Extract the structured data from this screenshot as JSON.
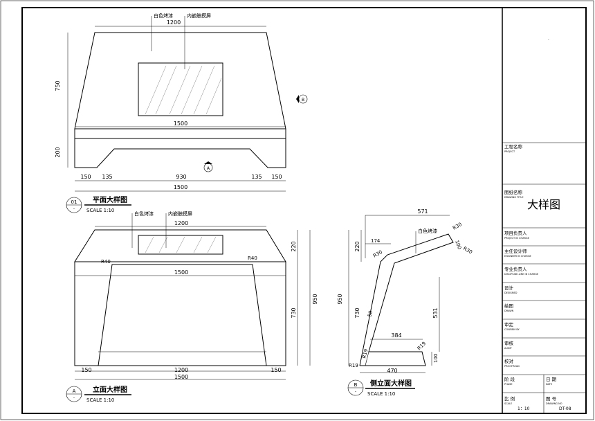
{
  "plan": {
    "label_white_paint": "白色烤漆",
    "label_touchscreen": "内嵌触摸屏",
    "dim_top_1200": "1200",
    "dim_mid_1500": "1500",
    "dim_height_750": "750",
    "dim_height_200": "200",
    "dim_bottom_150a": "150",
    "dim_bottom_135a": "135",
    "dim_bottom_930": "930",
    "dim_bottom_135b": "135",
    "dim_bottom_150b": "150",
    "dim_total_1500": "1500",
    "marker_b": "B",
    "marker_a": "A",
    "callout_num": "01",
    "callout_sub": "-",
    "title": "平面大样图",
    "scale": "SCALE 1:10"
  },
  "elevation": {
    "label_white_paint": "白色烤漆",
    "label_touchscreen": "内嵌触摸屏",
    "dim_top_1200": "1200",
    "dim_mid_1500": "1500",
    "r40_left": "R40",
    "r40_right": "R40",
    "dim_220": "220",
    "dim_730": "730",
    "dim_950": "950",
    "dim_bottom_150a": "150",
    "dim_bottom_1200": "1200",
    "dim_bottom_150b": "150",
    "dim_total_1500": "1500",
    "callout_letter": "A",
    "callout_sub": "-",
    "title": "立面大样图",
    "scale": "SCALE 1:10"
  },
  "side": {
    "dim_571": "571",
    "dim_174": "174",
    "label_white_paint": "白色烤漆",
    "r30_a": "R30",
    "r30_b": "R30",
    "r30_c": "R30",
    "dim_100_top": "100",
    "dim_220": "220",
    "dim_950": "950",
    "dim_730": "730",
    "dim_50": "50",
    "dim_531": "531",
    "dim_384": "384",
    "r19_a": "R19",
    "r19_b": "R19",
    "r19_c": "R19",
    "dim_100_bottom": "100",
    "dim_470": "470",
    "callout_letter": "B",
    "callout_sub": "-",
    "title": "侧立面大样图",
    "scale": "SCALE 1:10"
  },
  "title_block": {
    "dot": ".",
    "project_cn": "工程名称",
    "project_en": "PROJECT",
    "drawing_title_cn": "图纸名称",
    "drawing_title_en": "DRAWING TITLE",
    "drawing_title_value": "大样图",
    "project_charge_cn": "项目负责人",
    "project_charge_en": "PROJECT IN CHARGE",
    "engineer_cn": "主任设计师",
    "engineer_en": "ENGINEER IN CHARGE",
    "discipline_cn": "专业负责人",
    "discipline_en": "DISCIPLINE-LINE IN CHARGE",
    "designed_cn": "设计",
    "designed_en": "DESIGNED",
    "drawn_cn": "绘图",
    "drawn_en": "DRAWN",
    "confirm_cn": "审定",
    "confirm_en": "CONFIRM BY",
    "audit_cn": "审核",
    "audit_en": "AUDIT",
    "proofread_cn": "校对",
    "proofread_en": "PROOFREAD",
    "phase_cn": "阶 段",
    "phase_en": "PHASE",
    "date_cn": "日 期",
    "date_en": "DATE",
    "scale_cn": "比 例",
    "scale_en": "SCALE",
    "scale_value": "1：10",
    "drawing_no_cn": "图 号",
    "drawing_no_en": "DRAWING NO",
    "drawing_no_value": "DT-08"
  }
}
